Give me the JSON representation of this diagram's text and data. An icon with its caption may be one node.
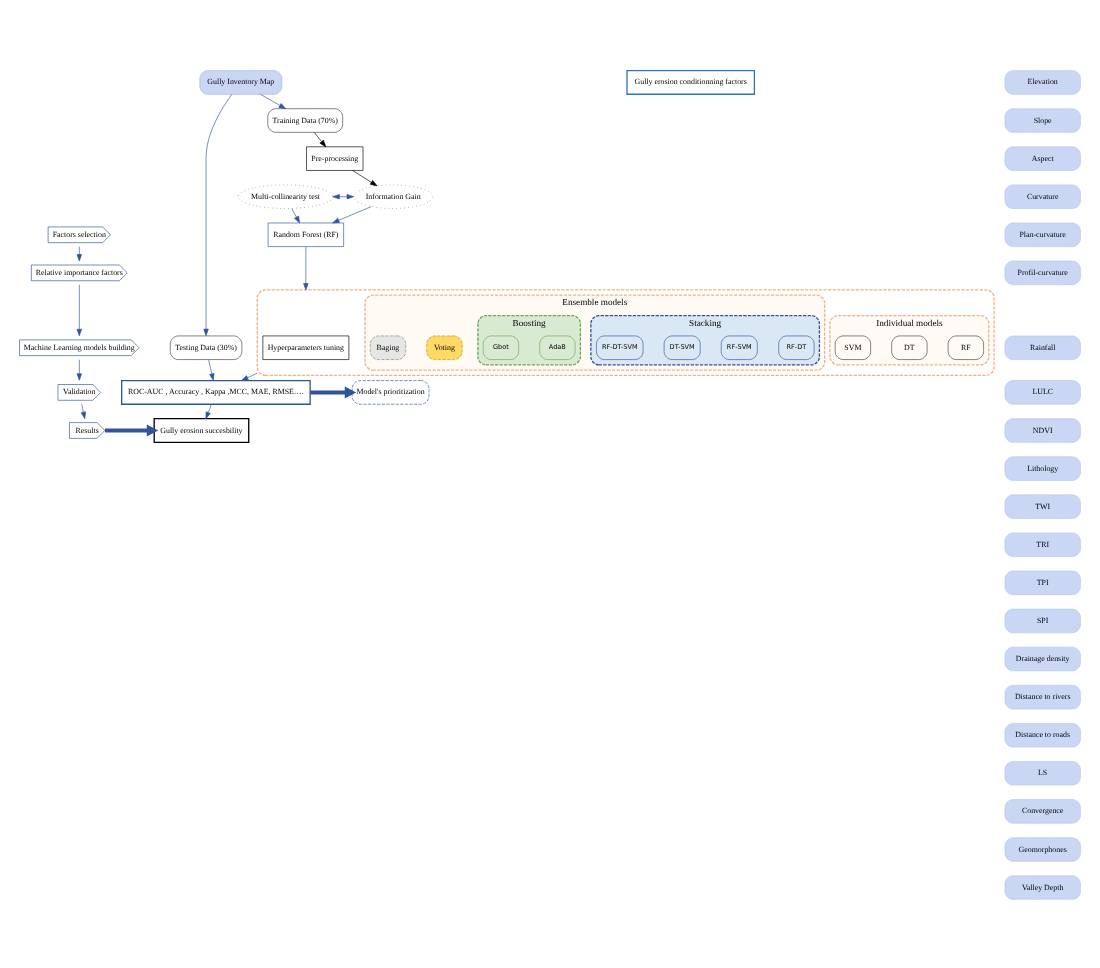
{
  "diagram": {
    "nodes": [
      {
        "text": [
          "Gully Inventory Map"
        ]
      },
      {
        "text": [
          "Training Data (70%)"
        ]
      },
      {
        "text": [
          "Testing Data (30%)"
        ]
      },
      {
        "text": [
          "Gully erosion conditionning factors"
        ]
      },
      {
        "text": [
          "Elevation"
        ]
      },
      {
        "text": [
          "Slope"
        ]
      },
      {
        "text": [
          "Aspect"
        ]
      },
      {
        "text": [
          "Curvature"
        ]
      },
      {
        "text": [
          "Plan-curvature"
        ]
      },
      {
        "text": [
          "Profil-curvature"
        ]
      },
      {
        "text": [
          "Rainfall"
        ]
      },
      {
        "text": [
          "LULC"
        ]
      },
      {
        "text": [
          "NDVI"
        ]
      },
      {
        "text": [
          "Lithology"
        ]
      },
      {
        "text": [
          "TWI"
        ]
      },
      {
        "text": [
          "TRI"
        ]
      },
      {
        "text": [
          "TPI"
        ]
      },
      {
        "text": [
          "SPI"
        ]
      },
      {
        "text": [
          "Drainage density"
        ]
      },
      {
        "text": [
          "Distance to rivers"
        ]
      },
      {
        "text": [
          "Distance to roads"
        ]
      },
      {
        "text": [
          "LS"
        ]
      },
      {
        "text": [
          "Convergence"
        ]
      },
      {
        "text": [
          "Geomorphones"
        ]
      },
      {
        "text": [
          "Valley Depth"
        ]
      },
      {
        "text": [
          "Pre-processing"
        ]
      },
      {
        "text": [
          "Information Gain"
        ]
      },
      {
        "text": [
          "Multi-collinearity test"
        ]
      },
      {
        "text": [
          "Random Forest (RF)"
        ]
      },
      {
        "text": [],
        "shape": "box"
      },
      {
        "text": [
          "Hyperparameters tuning"
        ],
        "in": 29
      },
      {
        "text": [
          "Individual models"
        ],
        "in": 29
      },
      {
        "text": [
          "RF"
        ],
        "in": 31
      },
      {
        "text": [
          "DT"
        ],
        "in": 31
      },
      {
        "text": [
          "SVM"
        ],
        "in": 31
      },
      {
        "text": [
          "Ensemble models"
        ],
        "in": 29
      },
      {
        "text": [
          "Stacking"
        ],
        "in": 35
      },
      {
        "text": [
          "RF-DT"
        ],
        "in": 36
      },
      {
        "text": [
          "RF-SVM"
        ],
        "in": 36
      },
      {
        "text": [
          "DT-SVM"
        ],
        "in": 36
      },
      {
        "text": [
          "RF-DT-SVM"
        ],
        "in": 36
      },
      {
        "text": [
          "Voting"
        ],
        "in": 35
      },
      {
        "text": [
          "Baging"
        ],
        "in": 35
      },
      {
        "text": [
          "Boosting"
        ],
        "in": 35
      },
      {
        "text": [
          "AdaB"
        ],
        "in": 43
      },
      {
        "text": [
          "Gbot"
        ],
        "in": 43
      },
      {
        "text": [
          "ROC-AUC , Accuracy , Kappa ,MCC, MAE, RMSE…."
        ]
      },
      {
        "text": [
          "Model's prioritization"
        ]
      },
      {
        "text": [
          "Gully erosion succesbility"
        ]
      },
      {
        "text": [
          "Factors selection"
        ]
      },
      {
        "text": [
          "Relative importance factors"
        ]
      },
      {
        "text": [
          "Machine Learning models building"
        ]
      },
      {
        "text": [
          "Validation"
        ]
      },
      {
        "text": [
          "Results"
        ]
      }
    ],
    "edges": [
      {
        "from": 0,
        "to": 1,
        "arrow": "to"
      },
      {
        "from": 0,
        "to": 2,
        "arrow": "to"
      },
      {
        "from": 1,
        "to": 25,
        "arrow": "to",
        "color": "#000000"
      },
      {
        "from": 25,
        "to": 26,
        "arrow": "to",
        "color": "#000000"
      },
      {
        "from": 26,
        "to": 27,
        "arrow": "both"
      },
      {
        "from": 26,
        "to": 28,
        "arrow": "to"
      },
      {
        "from": 27,
        "to": 28,
        "arrow": "to"
      },
      {
        "from": 28,
        "to": 29,
        "arrow": "to"
      },
      {
        "from": 29,
        "to": 46,
        "arrow": "to"
      },
      {
        "from": 2,
        "to": 46,
        "arrow": "to"
      },
      {
        "from": 46,
        "to": 47,
        "arrow": "to",
        "style": "thick"
      },
      {
        "from": 46,
        "to": 48,
        "arrow": "to"
      },
      {
        "from": 49,
        "to": 50,
        "arrow": "to"
      },
      {
        "from": 50,
        "to": 51,
        "arrow": "to"
      },
      {
        "from": 51,
        "to": 52,
        "arrow": "to"
      },
      {
        "from": 52,
        "to": 53,
        "arrow": "to"
      },
      {
        "from": 53,
        "to": 48,
        "arrow": "to",
        "style": "thick"
      }
    ]
  }
}
